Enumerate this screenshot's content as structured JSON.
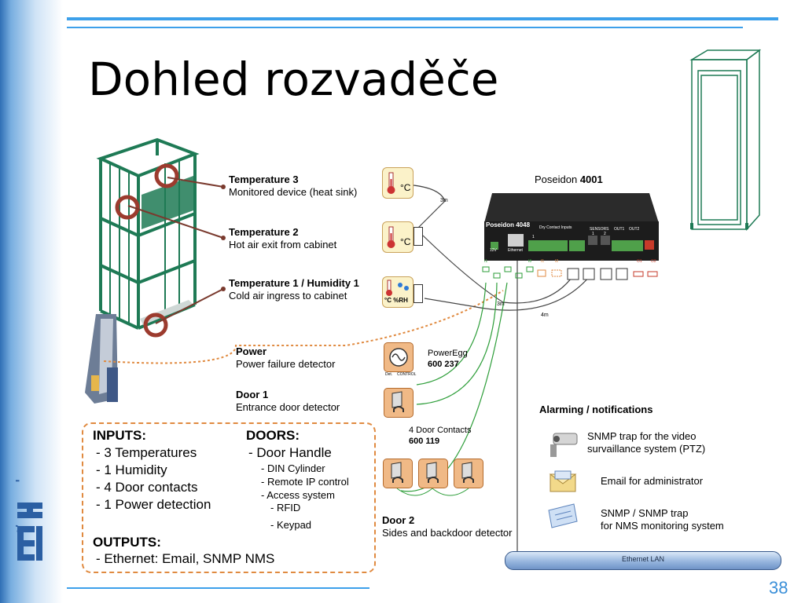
{
  "slide": {
    "title": "Dohled rozvaděče",
    "page_number": "38",
    "logo_text": "HW group"
  },
  "sensors": {
    "t3": {
      "title": "Temperature 3",
      "desc": "Monitored device (heat sink)"
    },
    "t2": {
      "title": "Temperature 2",
      "desc": "Hot air exit from cabinet"
    },
    "t1": {
      "title": "Temperature 1 / Humidity 1",
      "desc": "Cold air ingress to cabinet"
    },
    "power": {
      "title": "Power",
      "desc": "Power failure detector"
    },
    "door1": {
      "title": "Door 1",
      "desc": "Entrance door detector"
    },
    "door2": {
      "title": "Door 2",
      "desc": "Sides and backdoor detector"
    }
  },
  "sensor_icons": {
    "celsius": "°C",
    "humidity": "°C %RH"
  },
  "device": {
    "label_prefix": "Poseidon ",
    "label_bold": "4001",
    "front_name": "Poseidon 4048",
    "front_labels": [
      "Dry Contact Inputs",
      "SENSORS",
      "OUT1",
      "OUT2",
      "12V",
      "Ethernet",
      "1",
      "2",
      "1"
    ]
  },
  "cables": {
    "c1": "3m",
    "c2": "3m",
    "c3": "4m"
  },
  "powerEgg": {
    "name": "PowerEgg",
    "code": "600 237",
    "labels": [
      "Det.",
      "CONTROL"
    ]
  },
  "doorContacts": {
    "name": "4 Door Contacts",
    "code": "600 119"
  },
  "io_labels": [
    "I1",
    "I8",
    "I1",
    "I2",
    "O1",
    "O2"
  ],
  "inputs": {
    "heading": "INPUTS:",
    "items": [
      "- 3 Temperatures",
      "- 1 Humidity",
      "- 4 Door contacts",
      "- 1 Power detection"
    ]
  },
  "doors": {
    "heading": "DOORS:",
    "main": "- Door Handle",
    "sub": [
      "- DIN Cylinder",
      "- Remote IP control",
      "- Access system"
    ],
    "subsub": [
      "- RFID",
      "- Keypad"
    ]
  },
  "outputs": {
    "heading": "OUTPUTS:",
    "items": [
      "- Ethernet: Email, SNMP NMS"
    ]
  },
  "alarming": {
    "heading": "Alarming / notifications",
    "items": [
      {
        "icon": "camera-icon",
        "line1": "SNMP trap for the video",
        "line2": "survaillance system (PTZ)"
      },
      {
        "icon": "email-icon",
        "line1": "Email for administrator",
        "line2": ""
      },
      {
        "icon": "nms-icon",
        "line1": "SNMP / SNMP trap",
        "line2": "for NMS monitoring system"
      }
    ]
  },
  "lan": {
    "label": "Ethernet LAN"
  },
  "colors": {
    "accent": "#3da0ea",
    "rack": "#1e7a55",
    "sensor_wire": "#2e9e3a",
    "orange": "#e08a40",
    "marker": "#9c3b2e"
  }
}
